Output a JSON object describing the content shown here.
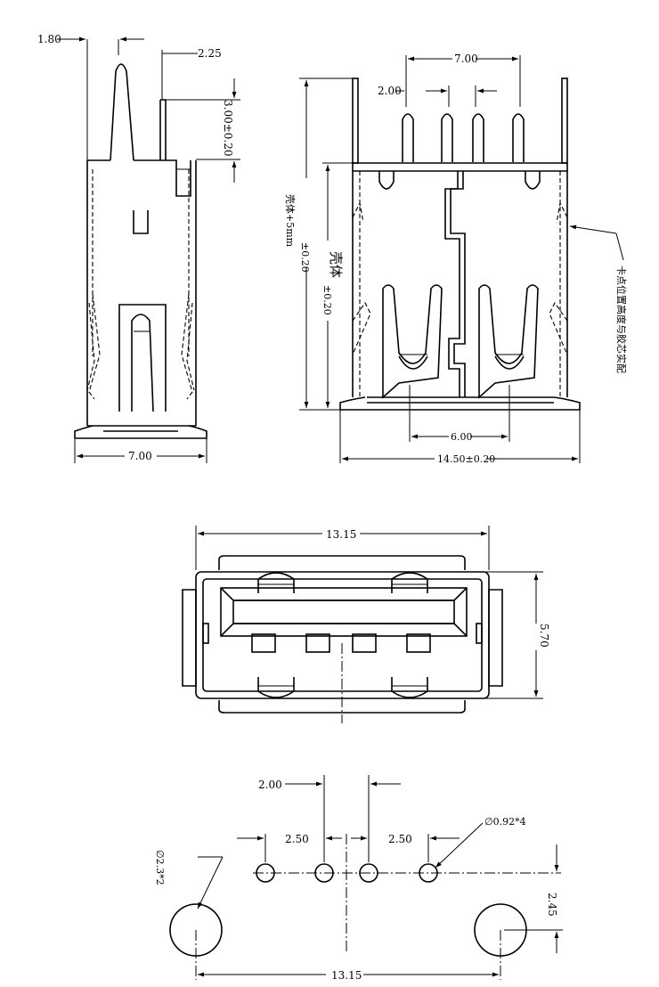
{
  "side_view": {
    "dim_top_left": "1.80",
    "dim_top_right": "2.25",
    "dim_height": "3.00±0.20",
    "dim_width": "7.00"
  },
  "front_view": {
    "dim_pin_span": "7.00",
    "dim_pin_pitch": "2.00",
    "dim_shell_full": "壳体+5mm",
    "dim_shell_full_tol": "±0.20",
    "dim_shell": "壳体",
    "dim_shell_tol": "±0.20",
    "dim_leg_span": "6.00",
    "dim_width": "14.50±0.20",
    "note": "卡点位置高度与胶芯实配"
  },
  "plan_view": {
    "dim_width": "13.15",
    "dim_height": "5.70"
  },
  "footprint": {
    "dim_pitch_center": "2.00",
    "dim_pitch_left": "2.50",
    "dim_pitch_right": "2.50",
    "dim_pin_hole": "∅0.92*4",
    "dim_mount_hole": "∅2.3*2",
    "dim_offset": "2.45",
    "dim_span": "13.15"
  }
}
